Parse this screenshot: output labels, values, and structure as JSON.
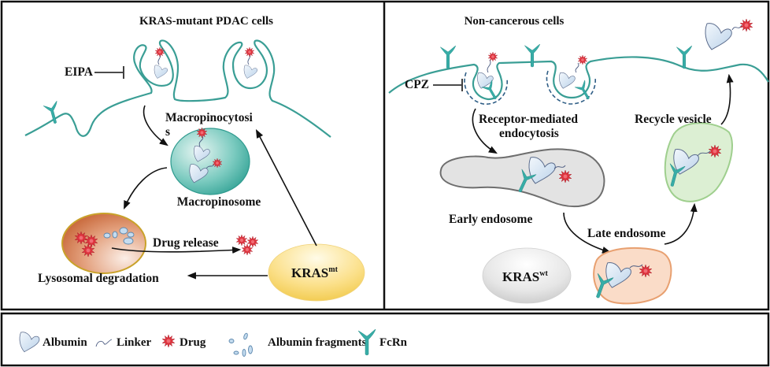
{
  "panels": {
    "left": {
      "title": "KRAS-mutant PDAC cells",
      "labels": {
        "inhibitor": "EIPA",
        "process_line1": "Macropinocytosi",
        "process_line2": "s",
        "vesicle": "Macropinosome",
        "drug_release": "Drug release",
        "degradation": "Lysosomal degradation",
        "kras_main": "KRAS",
        "kras_sup": "mt"
      }
    },
    "right": {
      "title": "Non-cancerous cells",
      "labels": {
        "inhibitor": "CPZ",
        "process_line1": "Receptor-mediated",
        "process_line2": "endocytosis",
        "early": "Early endosome",
        "late": "Late endosome",
        "recycle": "Recycle vesicle",
        "kras_main": "KRAS",
        "kras_sup": "wt"
      }
    }
  },
  "legend": [
    {
      "icon": "albumin-icon",
      "label": "Albumin"
    },
    {
      "icon": "linker-icon",
      "label": "Linker"
    },
    {
      "icon": "drug-icon",
      "label": "Drug"
    },
    {
      "icon": "albumin-fragments-icon",
      "label": "Albumin fragments"
    },
    {
      "icon": "fcrn-icon",
      "label": "FcRn"
    }
  ],
  "colors": {
    "membrane": "#3a9e95",
    "drug": "#e0343f",
    "albumin": "#d6e6f5",
    "fcrn": "#38ada7",
    "kras_mt": "#f7d66b",
    "kras_wt": "#d9d9d9",
    "macropinosome": "#5ebcb0",
    "lysosome": "#d9865a",
    "early_endosome": "#e3e3e3",
    "late_endosome": "#f9d9c4",
    "recycle_vesicle": "#dcefd3"
  }
}
